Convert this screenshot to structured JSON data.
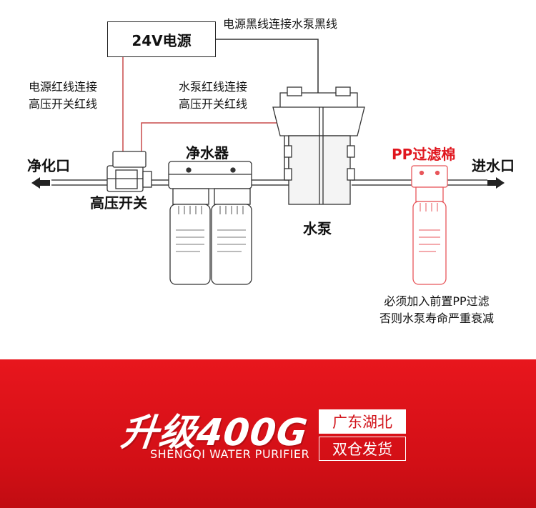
{
  "power_supply": {
    "label": "24V电源"
  },
  "notes": {
    "black_wire": "电源黑线连接水泵黑线",
    "red_wire_psu_line1": "电源红线连接",
    "red_wire_psu_line2": "高压开关红线",
    "red_wire_pump_line1": "水泵红线连接",
    "red_wire_pump_line2": "高压开关红线"
  },
  "components": {
    "outlet": "净化口",
    "inlet": "进水口",
    "switch": "高压开关",
    "purifier": "净水器",
    "pump": "水泵",
    "pp_filter": "PP过滤棉"
  },
  "warning": {
    "line1": "必须加入前置PP过滤",
    "line2": "否则水泵寿命严重衰减"
  },
  "banner": {
    "headline": "升级400G",
    "subtitle": "SHENGQI WATER PURIFIER",
    "tag1": "广东湖北",
    "tag2": "双仓发货"
  },
  "colors": {
    "accent_red": "#e0161e",
    "banner_red": "#d2141b",
    "line": "#222222",
    "filter_outline": "#e8565b"
  }
}
